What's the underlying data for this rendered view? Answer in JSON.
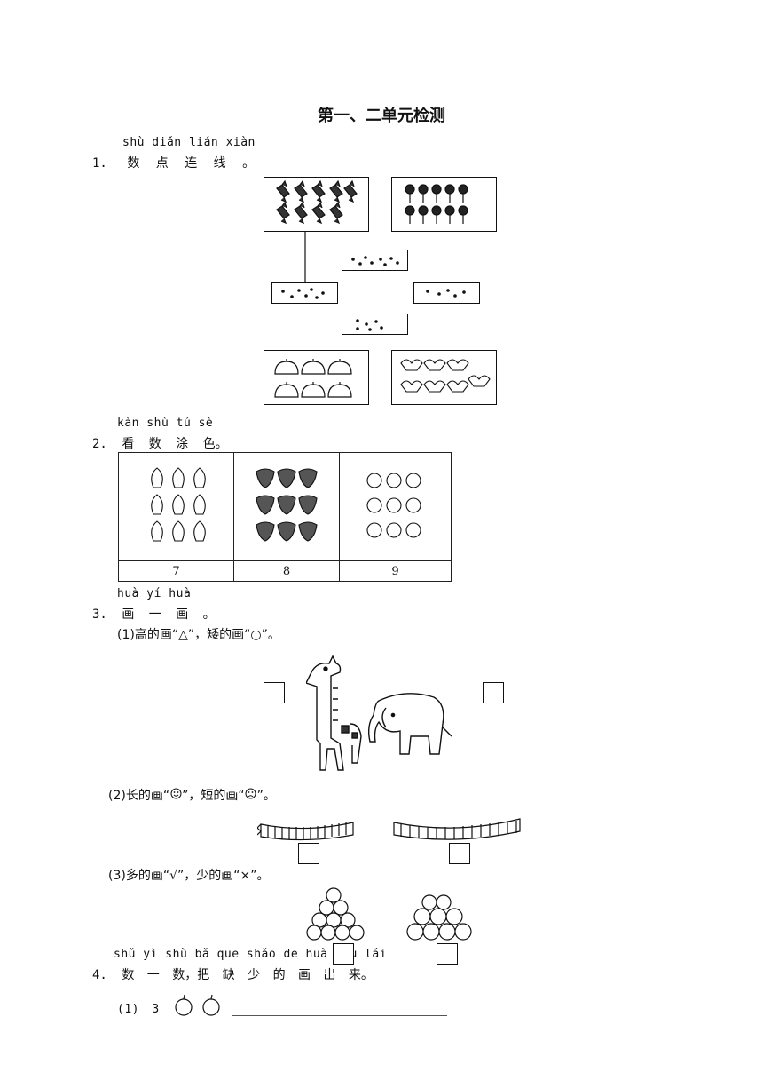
{
  "title": "第一、二单元检测",
  "q1": {
    "pinyin": "shù diǎn lián xiàn",
    "number": "1.",
    "text": "数 点 连 线 。",
    "pictures": [
      "candy-group",
      "flower-group",
      "peach-group",
      "dove-group"
    ],
    "dot_cards": [
      8,
      7,
      5,
      6
    ]
  },
  "q2": {
    "pinyin": "kàn shù tú sè",
    "number": "2.",
    "text": "看 数 涂 色。",
    "cells": [
      {
        "picture": "radish",
        "count": 9,
        "label": "7"
      },
      {
        "picture": "strawberry",
        "count": 9,
        "label": "8"
      },
      {
        "picture": "apple",
        "count": 9,
        "label": "9"
      }
    ]
  },
  "q3": {
    "pinyin": "huà yí huà",
    "number": "3.",
    "text": "画 一 画 。",
    "sub1": "(1)高的画“△”，矮的画“○”。",
    "sub2a": "(2)长的画“",
    "sub2b": "”，短的画“",
    "sub2c": "”。",
    "sub3": "(3)多的画“√”，少的画“×”。"
  },
  "q4": {
    "pinyin": "shǔ yì shù bǎ quē shǎo de huà chū lái",
    "number": "4.",
    "text": "数 一 数，把 缺 少 的 画 出 来。",
    "item1_label": "(1)",
    "item1_count": "3",
    "item1_drawn": 2
  }
}
